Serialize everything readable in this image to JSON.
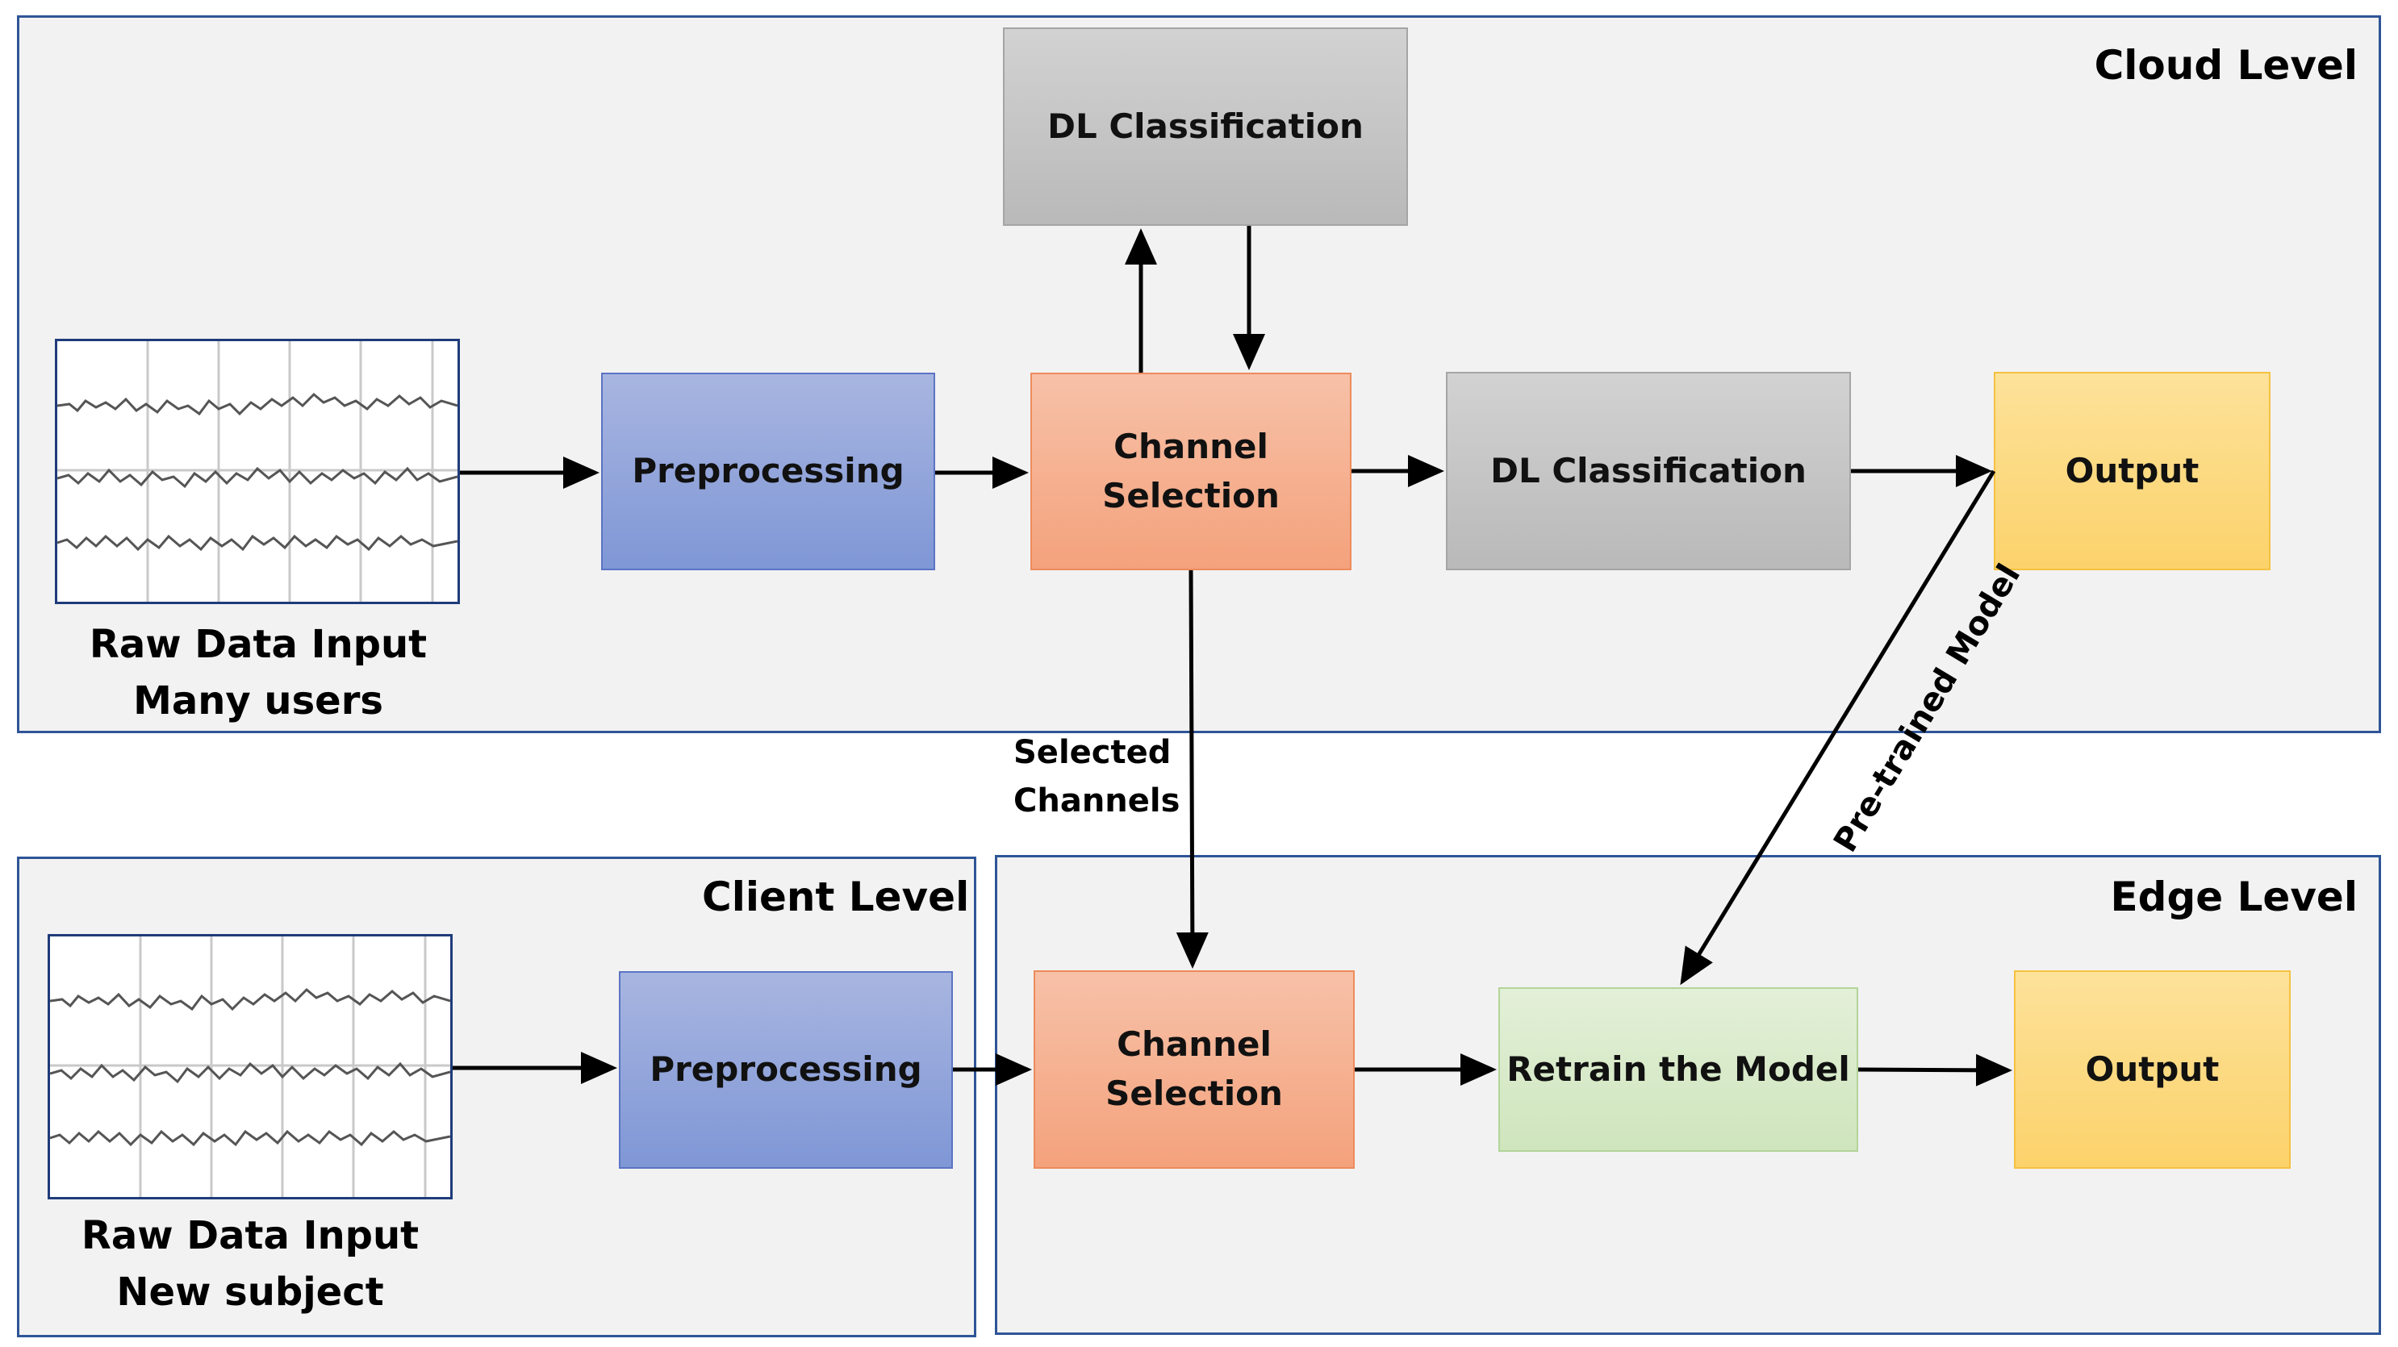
{
  "panels": {
    "cloud": "Cloud Level",
    "client": "Client Level",
    "edge": "Edge Level"
  },
  "cloud": {
    "raw_input_line1": "Raw Data Input",
    "raw_input_line2": "Many users",
    "preprocessing": "Preprocessing",
    "channel_selection_line1": "Channel",
    "channel_selection_line2": "Selection",
    "dl_top": "DL Classification",
    "dl_main": "DL Classification",
    "output": "Output"
  },
  "client": {
    "raw_input_line1": "Raw Data Input",
    "raw_input_line2": "New subject",
    "preprocessing": "Preprocessing"
  },
  "edge": {
    "channel_selection_line1": "Channel",
    "channel_selection_line2": "Selection",
    "retrain": "Retrain the Model",
    "output": "Output"
  },
  "connectors": {
    "selected_channels_line1": "Selected",
    "selected_channels_line2": "Channels",
    "pretrained_model": "Pre-trained Model"
  },
  "colors": {
    "panel_border": "#2f5597",
    "preprocessing": "#8ea2db",
    "channel_selection": "#f5ae8b",
    "dl_classification": "#c4c4c4",
    "output": "#fdd97f",
    "retrain": "#d8eacb"
  }
}
